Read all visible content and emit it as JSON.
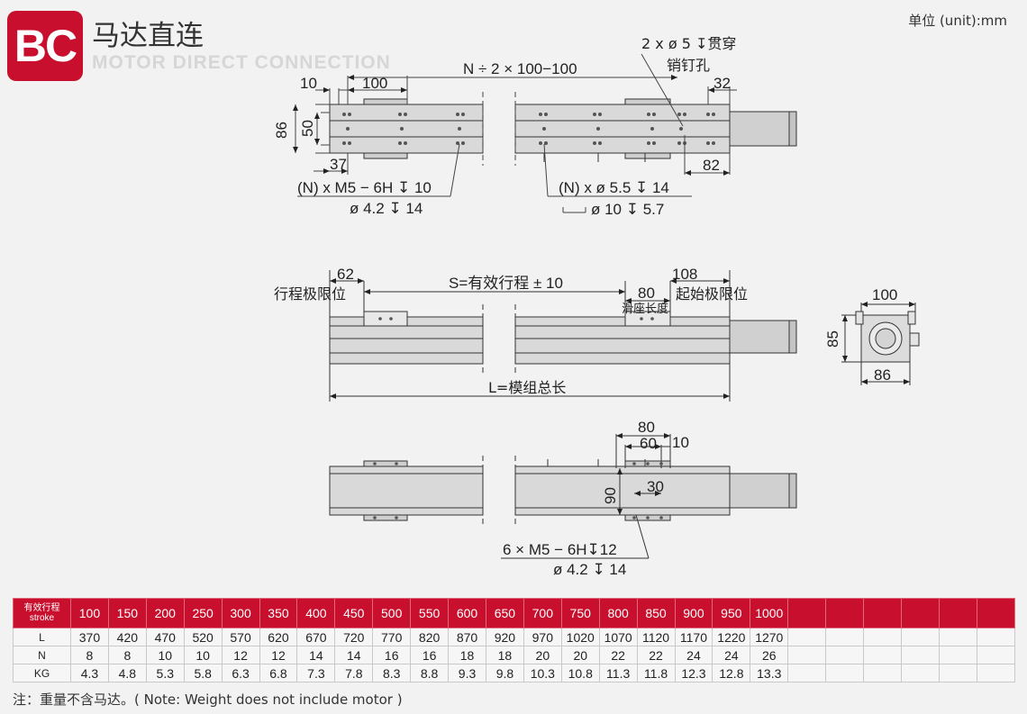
{
  "header": {
    "logo_text": "BC",
    "title_cn": "马达直连",
    "title_en": "MOTOR DIRECT CONNECTION",
    "unit": "单位 (unit):mm"
  },
  "drawing_labels": {
    "top_n_formula": "N ÷ 2 × 100−100",
    "pin_hole_1": "2 x ø 5 ↧贯穿",
    "pin_hole_2": "销钉孔",
    "d10": "10",
    "d100": "100",
    "d32": "32",
    "d86": "86",
    "d50": "50",
    "d37": "37",
    "d82": "82",
    "thread_1": "(N) x  M5 − 6H ↧ 10",
    "thread_2": "ø  4.2 ↧ 14",
    "hole_1": "(N) x  ø  5.5 ↧ 14",
    "hole_2": "ø 10 ↧ 5.7",
    "d62": "62",
    "stroke_formula": "S=有效行程 ± 10",
    "d108": "108",
    "d80_mid": "80",
    "end_limit": "行程极限位",
    "start_limit": "起始极限位",
    "slider_len": "滑座长度",
    "total_len": "L=模组总长",
    "side_100": "100",
    "side_85": "85",
    "side_86": "86",
    "b80": "80",
    "b60": "60",
    "b10": "10",
    "b90": "90",
    "b30": "30",
    "bottom_thread_1": "6  ×  M5 − 6H↧12",
    "bottom_thread_2": "ø 4.2 ↧ 14"
  },
  "table": {
    "header_label_cn": "有效行程",
    "header_label_en": "stroke",
    "strokes": [
      "100",
      "150",
      "200",
      "250",
      "300",
      "350",
      "400",
      "450",
      "500",
      "550",
      "600",
      "650",
      "700",
      "750",
      "800",
      "850",
      "900",
      "950",
      "1000",
      "",
      "",
      "",
      "",
      "",
      ""
    ],
    "rows": [
      {
        "label": "L",
        "values": [
          "370",
          "420",
          "470",
          "520",
          "570",
          "620",
          "670",
          "720",
          "770",
          "820",
          "870",
          "920",
          "970",
          "1020",
          "1070",
          "1120",
          "1170",
          "1220",
          "1270",
          "",
          "",
          "",
          "",
          "",
          ""
        ]
      },
      {
        "label": "N",
        "values": [
          "8",
          "8",
          "10",
          "10",
          "12",
          "12",
          "14",
          "14",
          "16",
          "16",
          "18",
          "18",
          "20",
          "20",
          "22",
          "22",
          "24",
          "24",
          "26",
          "",
          "",
          "",
          "",
          "",
          ""
        ]
      },
      {
        "label": "KG",
        "values": [
          "4.3",
          "4.8",
          "5.3",
          "5.8",
          "6.3",
          "6.8",
          "7.3",
          "7.8",
          "8.3",
          "8.8",
          "9.3",
          "9.8",
          "10.3",
          "10.8",
          "11.3",
          "11.8",
          "12.3",
          "12.8",
          "13.3",
          "",
          "",
          "",
          "",
          "",
          ""
        ]
      }
    ]
  },
  "note": "注：重量不含马达。( Note: Weight does not include motor )",
  "colors": {
    "brand_red": "#c8102e"
  }
}
